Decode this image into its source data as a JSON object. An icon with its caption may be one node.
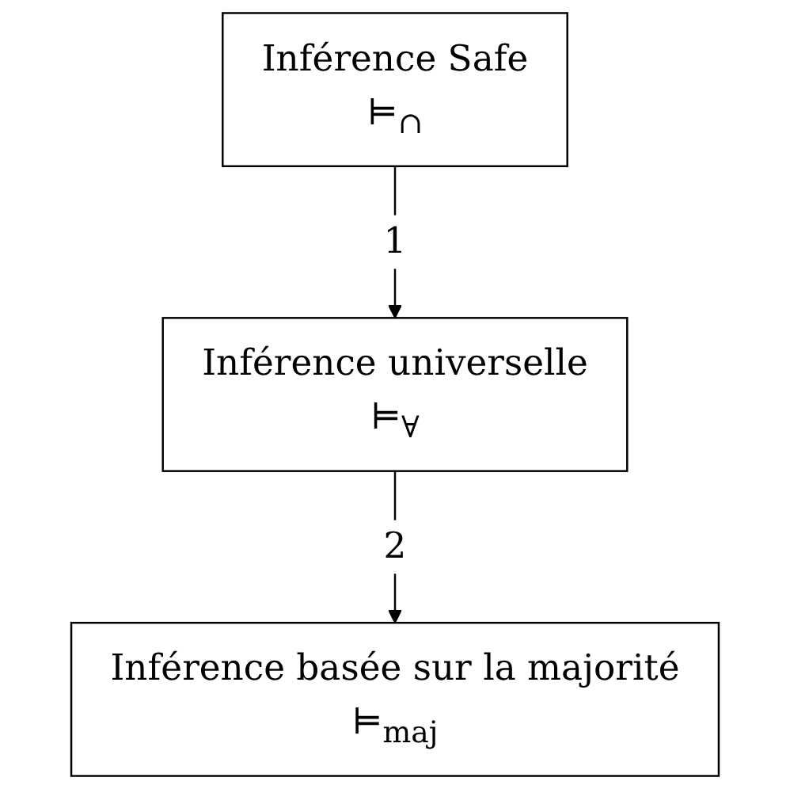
{
  "diagram": {
    "nodes": [
      {
        "text": [
          "Inférence Safe",
          "⊨$_{∩}$"
        ]
      },
      {
        "text": [
          "Inférence universelle",
          "⊨$_{∀}$"
        ]
      },
      {
        "text": [
          "Inférence basée sur la majorité",
          "⊨$_{maj}$"
        ]
      }
    ],
    "edges": [
      {
        "from": 0,
        "to": 1,
        "arrow": "to",
        "label": "1"
      },
      {
        "from": 1,
        "to": 2,
        "arrow": "to",
        "label": "2"
      }
    ]
  }
}
